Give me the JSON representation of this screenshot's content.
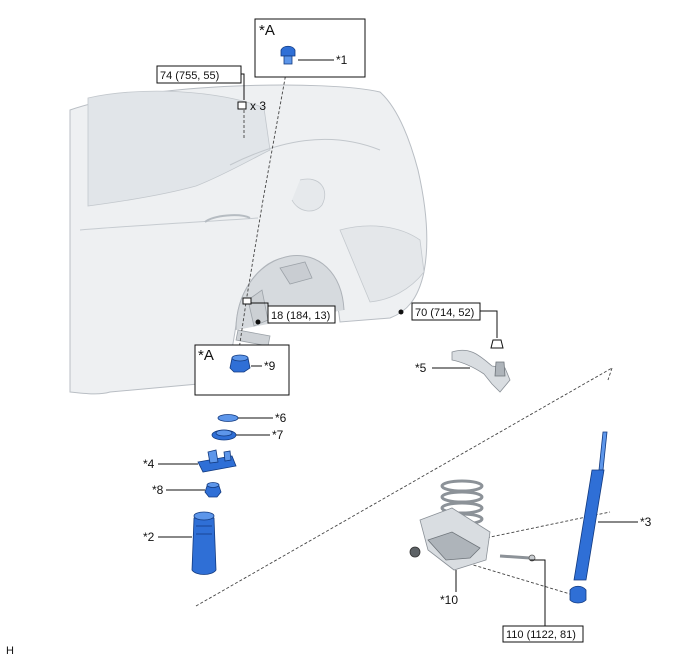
{
  "view_labels": {
    "a_top": "*A",
    "a_bottom": "*A"
  },
  "parts": {
    "p1": "*1",
    "p2": "*2",
    "p3": "*3",
    "p4": "*4",
    "p5": "*5",
    "p6": "*6",
    "p7": "*7",
    "p8": "*8",
    "p9": "*9",
    "p10": "*10"
  },
  "torques": {
    "t74": "74 (755, 55)",
    "t18": "18 (184, 13)",
    "t70": "70 (714, 52)",
    "t110": "110 (1122, 81)"
  },
  "quantity": "x 3",
  "corner_mark": "H",
  "colors": {
    "part_blue": "#2f6fd6",
    "body_gray": "#d9dde1"
  }
}
